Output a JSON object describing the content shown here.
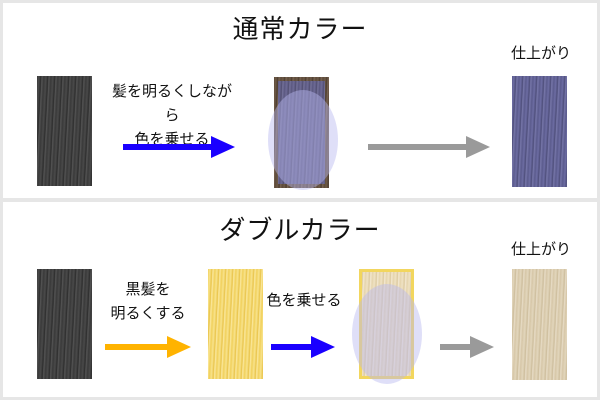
{
  "section_normal": {
    "title": "通常カラー",
    "step_label": "髪を明るくしながら\n色を乗せる",
    "finish_label": "仕上がり"
  },
  "section_double": {
    "title": "ダブルカラー",
    "bleach_label": "黒髪を\n明るくする",
    "color_label": "色を乗せる",
    "finish_label": "仕上がり"
  },
  "colors": {
    "arrow_blue": "#1a00ff",
    "arrow_orange": "#ffb300",
    "arrow_gray": "#9a9a9a",
    "overlay_lavender": "#b8b8f0"
  }
}
